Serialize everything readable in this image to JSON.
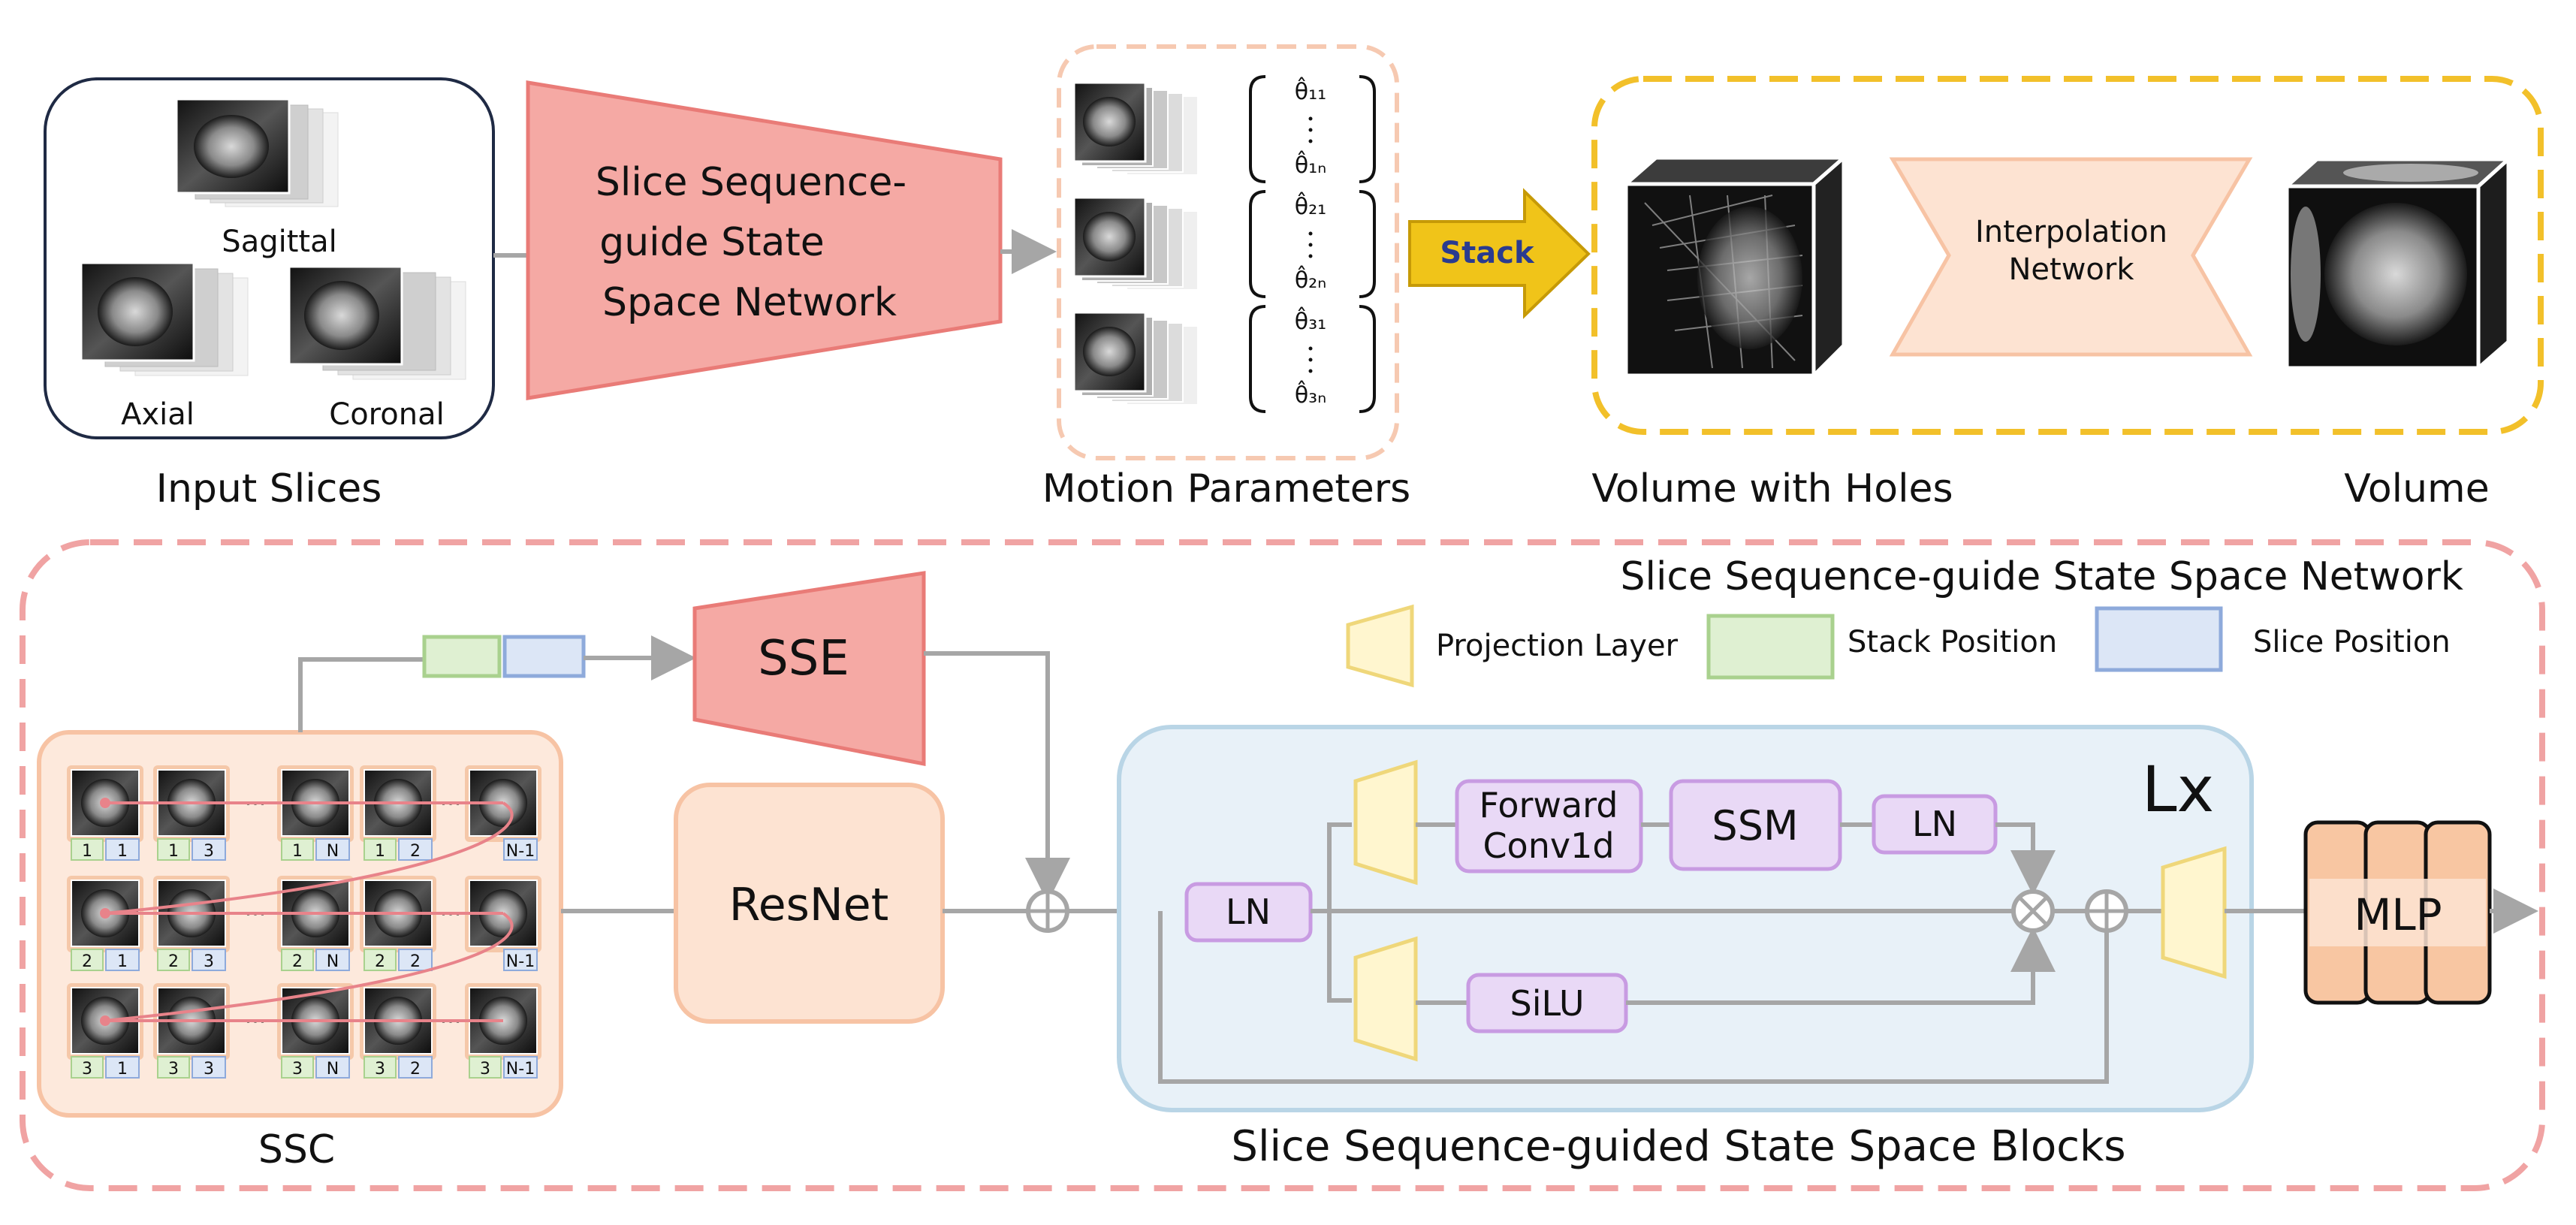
{
  "colors": {
    "dashed_red": "#f0a3a3",
    "dashed_yellow": "#f2c02a",
    "trapezoid_red": "#f5a9a4",
    "trapezoid_red_stroke": "#e97b77",
    "peach": "#fde3d2",
    "peach_stroke": "#f7c3a4",
    "lavender": "#e9d9f6",
    "lavender_stroke": "#c89be2",
    "projection_fill": "#fff6cf",
    "projection_stroke": "#efd77a",
    "stack_pos_fill": "#dff0d2",
    "stack_pos_stroke": "#a9d18e",
    "slice_pos_fill": "#dce6f6",
    "slice_pos_stroke": "#8eaadb",
    "ssb_fill": "#e8f1f8",
    "ssb_stroke": "#b9d5e6",
    "mlp_fill": "#f8c6a2",
    "arrow_gray": "#a6a6a6",
    "stack_arrow": "#f0c419"
  },
  "top": {
    "input_labels": {
      "sagittal": "Sagittal",
      "axial": "Axial",
      "coronal": "Coronal"
    },
    "input_caption": "Input Slices",
    "network_title": [
      "Slice Sequence-",
      "guide State",
      "Space  Network"
    ],
    "motion_caption": "Motion Parameters",
    "params": [
      {
        "top": "θ̂₁₁",
        "dots": "·\n·\n·",
        "bottom": "θ̂₁ₙ"
      },
      {
        "top": "θ̂₂₁",
        "dots": "·\n·\n·",
        "bottom": "θ̂₂ₙ"
      },
      {
        "top": "θ̂₃₁",
        "dots": "·\n·\n·",
        "bottom": "θ̂₃ₙ"
      }
    ],
    "stack_label": "Stack",
    "interp_label": [
      "Interpolation",
      "Network"
    ],
    "volume_holes_caption": "Volume with Holes",
    "volume_caption": "Volume"
  },
  "bottom": {
    "section_title": "Slice Sequence-guide State Space  Network",
    "legend": {
      "projection": "Projection Layer",
      "stack_position": "Stack Position",
      "slice_position": "Slice Position"
    },
    "sse_label": "SSE",
    "resnet_label": "ResNet",
    "ssc_caption": "SSC",
    "ssc_rows": [
      {
        "tags": [
          [
            "1",
            "1"
          ],
          [
            "1",
            "3"
          ],
          [
            "1",
            "N"
          ],
          [
            "1",
            "2"
          ],
          [
            "N-1"
          ]
        ]
      },
      {
        "tags": [
          [
            "2",
            "1"
          ],
          [
            "2",
            "3"
          ],
          [
            "2",
            "N"
          ],
          [
            "2",
            "2"
          ],
          [
            "N-1"
          ]
        ]
      },
      {
        "tags": [
          [
            "3",
            "1"
          ],
          [
            "3",
            "3"
          ],
          [
            "3",
            "N"
          ],
          [
            "3",
            "2"
          ],
          [
            "3",
            "N-1"
          ]
        ]
      }
    ],
    "ellipsis": "···",
    "blocks_caption": "Slice Sequence-guided State Space  Blocks",
    "lx_label": "Lx",
    "ln_label": "LN",
    "forward_conv": [
      "Forward",
      "Conv1d"
    ],
    "ssm_label": "SSM",
    "silu_label": "SiLU",
    "mlp_label": "MLP"
  }
}
